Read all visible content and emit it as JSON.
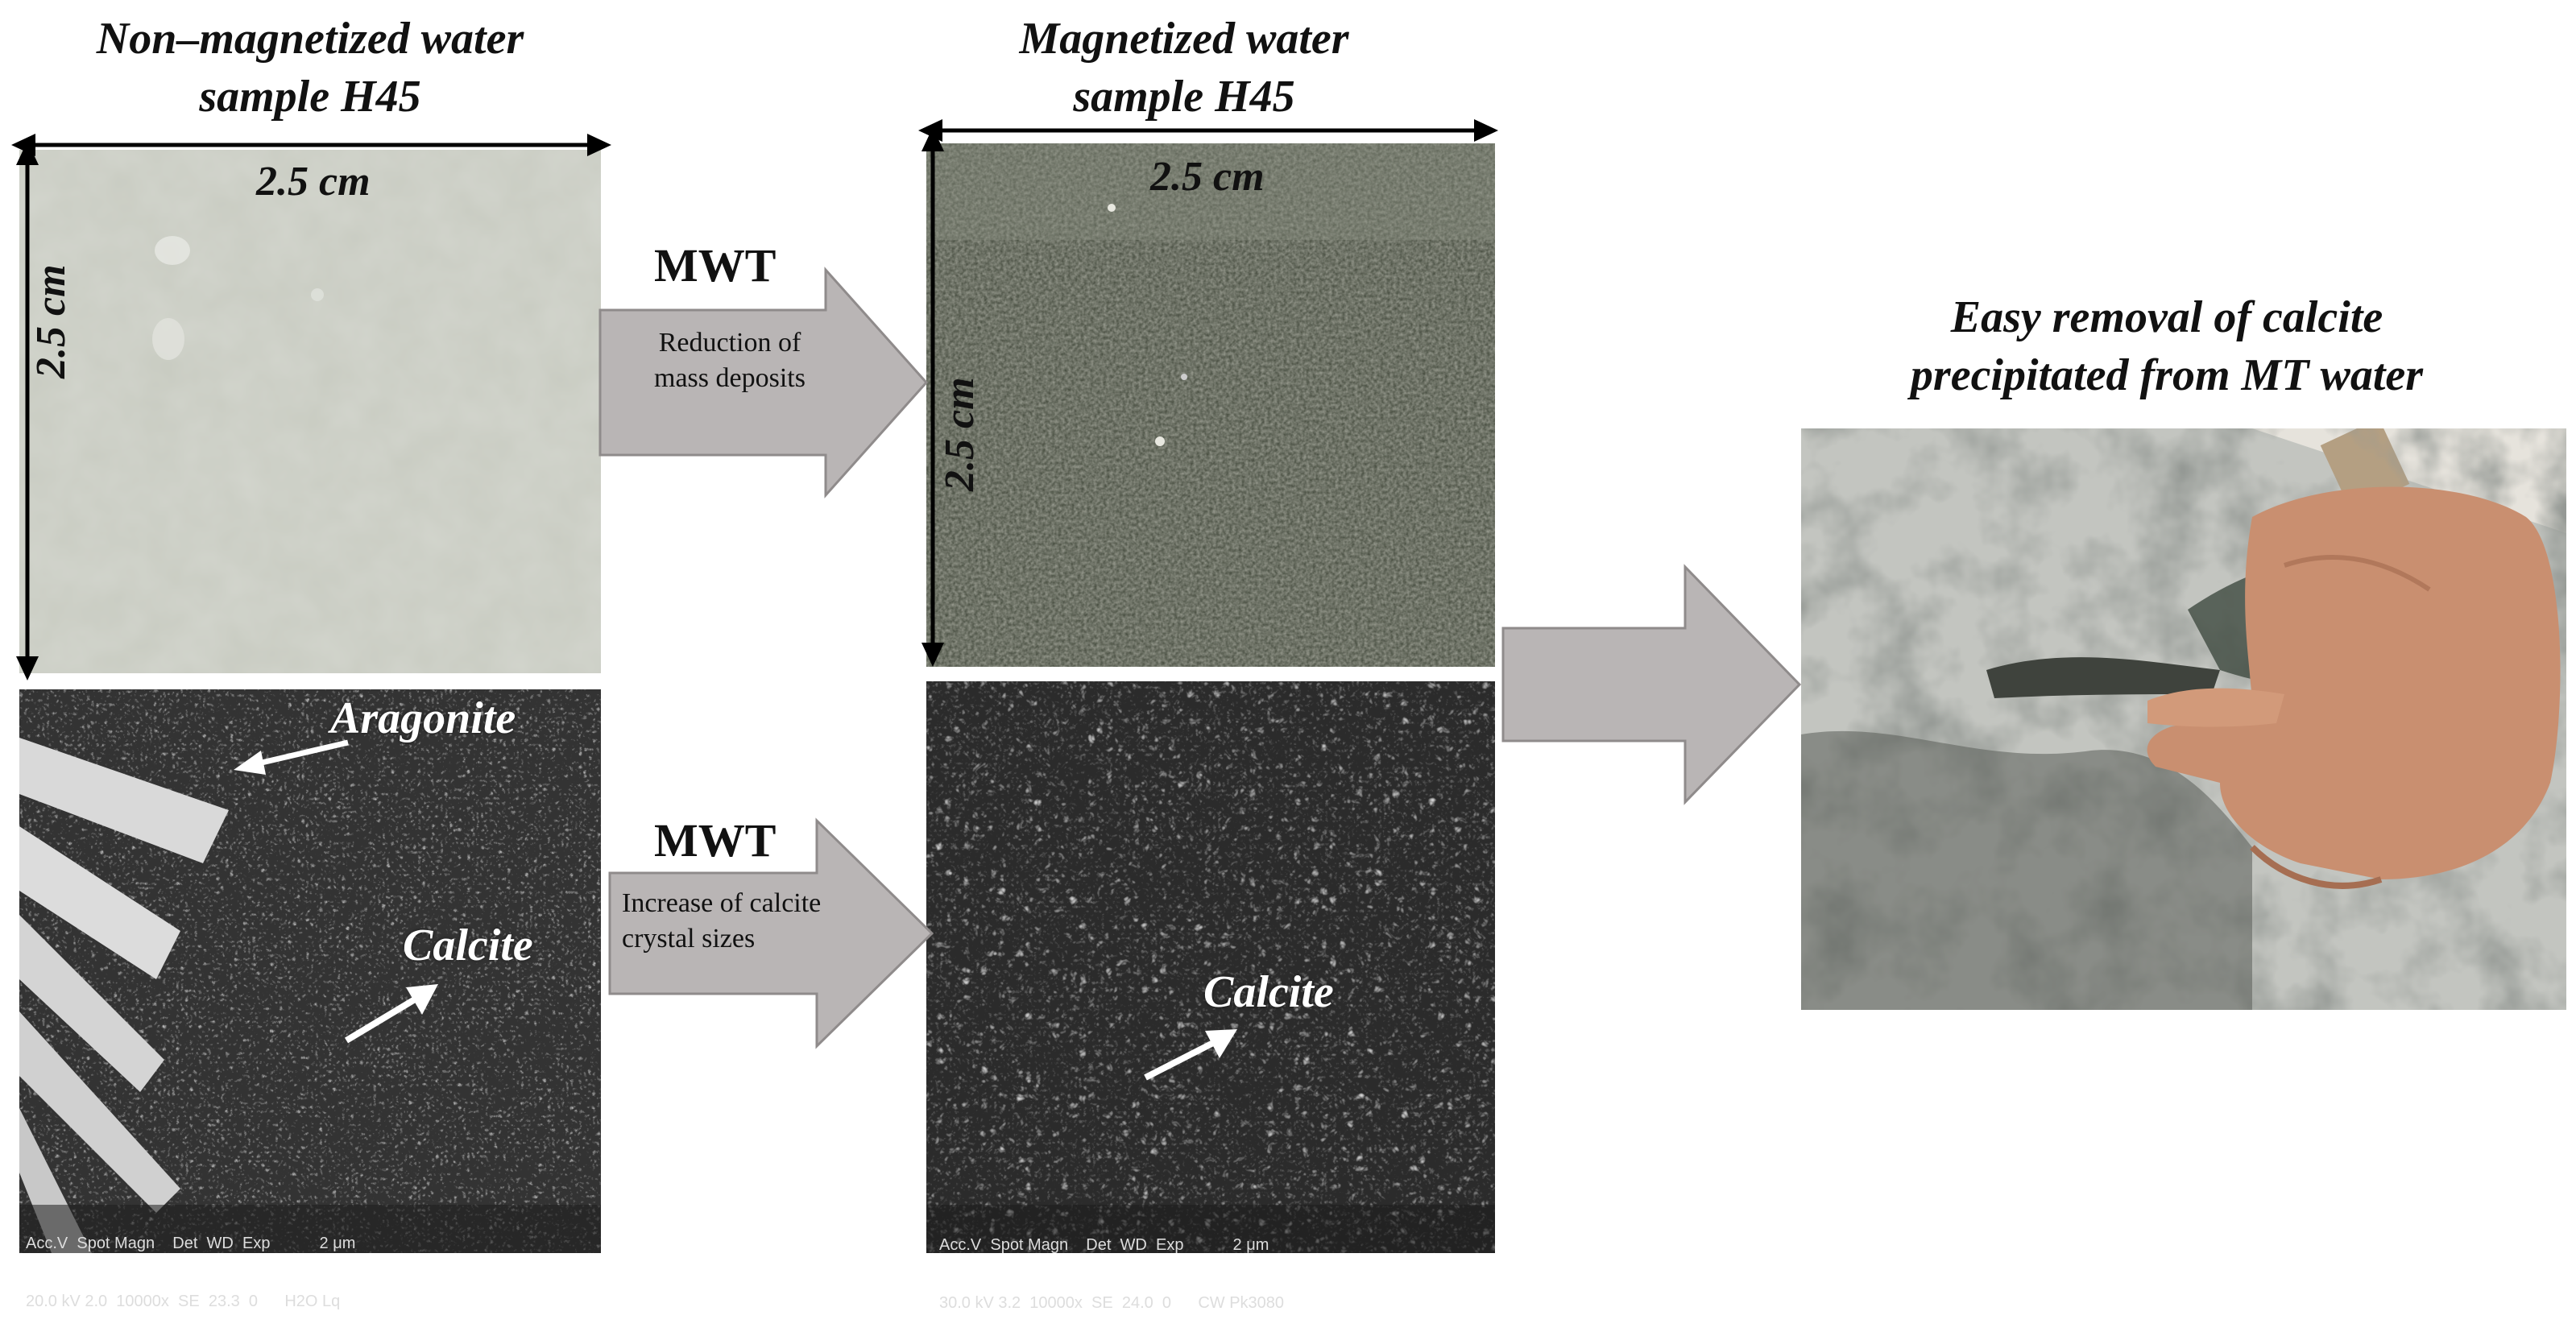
{
  "titles": {
    "left_line1": "Non–magnetized water",
    "left_line2": "sample H45",
    "middle_line1": "Magnetized water",
    "middle_line2": "sample H45",
    "right_line1": "Easy removal of calcite",
    "right_line2": "precipitated from MT water"
  },
  "dimensions": {
    "left_width": "2.5 cm",
    "left_height": "2.5 cm",
    "middle_width": "2.5 cm",
    "middle_height": "2.5 cm"
  },
  "arrows": {
    "top_label": "MWT",
    "top_line1": "Reduction of",
    "top_line2": "mass deposits",
    "bottom_label": "MWT",
    "bottom_line1": "Increase of calcite",
    "bottom_line2": "crystal sizes"
  },
  "sem": {
    "left_aragonite": "Aragonite",
    "left_calcite": "Calcite",
    "middle_calcite": "Calcite",
    "left_footer_line1": "Acc.V  Spot Magn    Det  WD  Exp           2 μm",
    "left_footer_line2": "20.0 kV 2.0  10000x  SE  23.3  0      H2O Lq",
    "middle_footer_line1": "Acc.V  Spot Magn    Det  WD  Exp           2 μm",
    "middle_footer_line2": "30.0 kV 3.2  10000x  SE  24.0  0      CW Pk3080"
  },
  "colors": {
    "arrow_fill": "#b9b5b5",
    "arrow_stroke": "#8f8b8b",
    "dimension_arrow": "#000000"
  }
}
